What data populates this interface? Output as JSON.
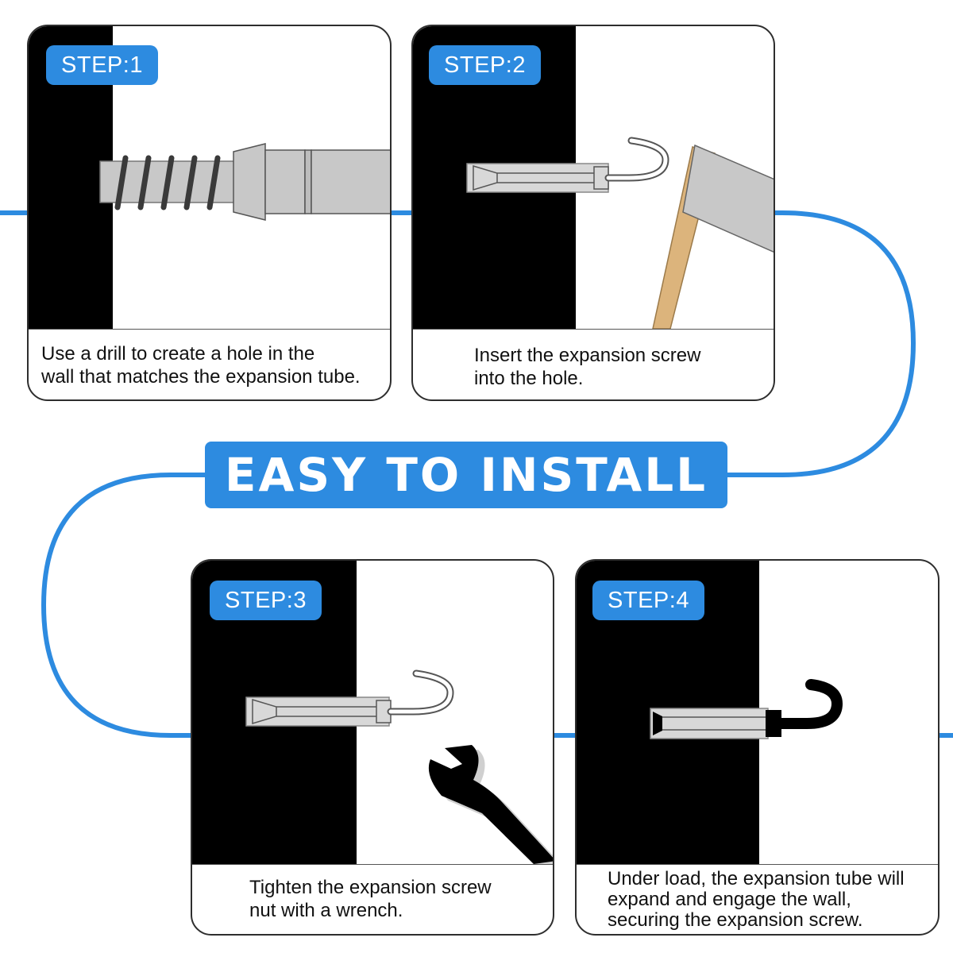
{
  "title": "EASY TO INSTALL",
  "colors": {
    "accent": "#2d8be0",
    "wall": "#000000",
    "border": "#2e2e2e"
  },
  "steps": [
    {
      "badge": "STEP:1",
      "lines": [
        "Use a drill to create a hole in the",
        "wall that matches the expansion tube."
      ],
      "tool": "drill-bit"
    },
    {
      "badge": "STEP:2",
      "lines": [
        "Insert the expansion screw",
        "into the hole."
      ],
      "tool": "hammer"
    },
    {
      "badge": "STEP:3",
      "lines": [
        "Tighten the expansion screw",
        "nut with a wrench."
      ],
      "tool": "wrench"
    },
    {
      "badge": "STEP:4",
      "lines": [
        "Under load, the expansion tube will",
        "expand and engage the wall,",
        "securing the expansion screw."
      ],
      "tool": "expanded-hook-bolt"
    }
  ]
}
